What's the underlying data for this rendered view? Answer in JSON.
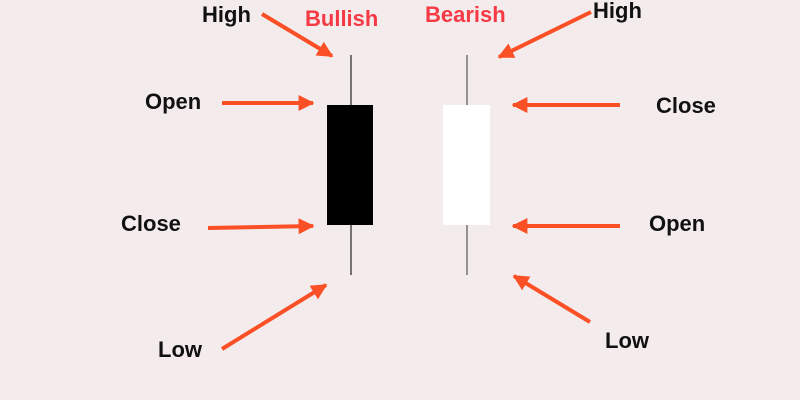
{
  "colors": {
    "background": "#f4ecec",
    "title": "#f63a45",
    "arrow": "#fb4f26",
    "bullish_body": "#000000",
    "bearish_body": "#ffffff"
  },
  "bullish": {
    "title": "Bullish",
    "high": "High",
    "open": "Open",
    "close": "Close",
    "low": "Low"
  },
  "bearish": {
    "title": "Bearish",
    "high": "High",
    "close": "Close",
    "open": "Open",
    "low": "Low"
  }
}
